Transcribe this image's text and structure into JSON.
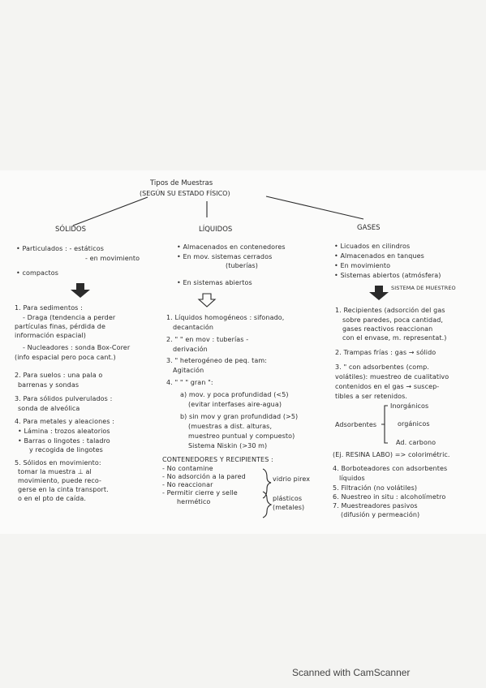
{
  "title": {
    "line1": "Tipos de Muestras",
    "line2": "(SEGÚN SU ESTADO FÍSICO)"
  },
  "left": {
    "heading": "SÓLIDOS",
    "lines": [
      "• Particulados : - estáticos",
      "- en movimiento",
      "• compactos",
      "1. Para sedimentos :",
      "- Draga (tendencia a perder",
      "partículas finas, pérdida de",
      "información espacial)",
      "- Nucleadores : sonda Box-Corer",
      "(info espacial pero poca cant.)",
      "2. Para suelos : una pala o",
      "barrenas y sondas",
      "3. Para sólidos pulverulados :",
      "sonda de alveólica",
      "4. Para metales y aleaciones :",
      "• Lámina : trozos aleatorios",
      "• Barras o lingotes : taladro",
      "y recogida de lingotes",
      "5. Sólidos en movimiento:",
      "tomar la muestra ⊥ al",
      "movimiento, puede reco-",
      "gerse en la cinta transport.",
      "o en el pto de caída."
    ]
  },
  "middle": {
    "heading": "LÍQUIDOS",
    "lines": [
      "• Almacenados en contenedores",
      "• En mov. sistemas cerrados",
      "(tuberías)",
      "• En sistemas abiertos",
      "1. Líquidos homogéneos : sifonado,",
      "decantación",
      "2. \"       \" en mov : tuberías -",
      "derivación",
      "3. \"  heterogéneo de peq. tam:",
      "Agitación",
      "4. \"    \"    \"  gran \":",
      "a) mov. y poca profundidad (<5)",
      "(evitar interfases aire-agua)",
      "b) sin mov y gran profundidad (>5)",
      "(muestras a dist. alturas,",
      "muestreo puntual y compuesto)",
      "Sistema Niskin (>30 m)",
      "CONTENEDORES Y RECIPIENTES :",
      "- No contamine",
      "- No adsorción a la pared",
      "- No reaccionar",
      "- Permitir cierre y selle",
      "hermético",
      "vidrio pirex",
      "plásticos",
      "(metales)"
    ]
  },
  "right": {
    "heading": "GASES",
    "arrow_label": "SISTEMA DE MUESTREO",
    "lines": [
      "• Licuados en cilindros",
      "• Almacenados en tanques",
      "• En movimiento",
      "• Sistemas abiertos (atmósfera)",
      "1. Recipientes (adsorción del gas",
      "sobre paredes, poca cantidad,",
      "gases reactivos reaccionan",
      "con el envase, m. representat.)",
      "2. Trampas frías : gas → sólido",
      "3. \"  con adsorbentes (comp.",
      "volátiles): muestreo de cualitativo",
      "contenidos en el gas → suscep-",
      "tibles a ser retenidos.",
      "Adsorbentes",
      "Inorgánicos",
      "orgánicos",
      "Ad. carbono",
      "(Ej. RESINA LABO) => colorimétric.",
      "4. Borboteadores con adsorbentes",
      "líquidos",
      "5. Filtración (no volátiles)",
      "6. Nuestreo in situ : alcoholímetro",
      "7. Muestreadores pasivos",
      "(difusión y permeación)"
    ]
  },
  "footer": "Scanned with CamScanner"
}
